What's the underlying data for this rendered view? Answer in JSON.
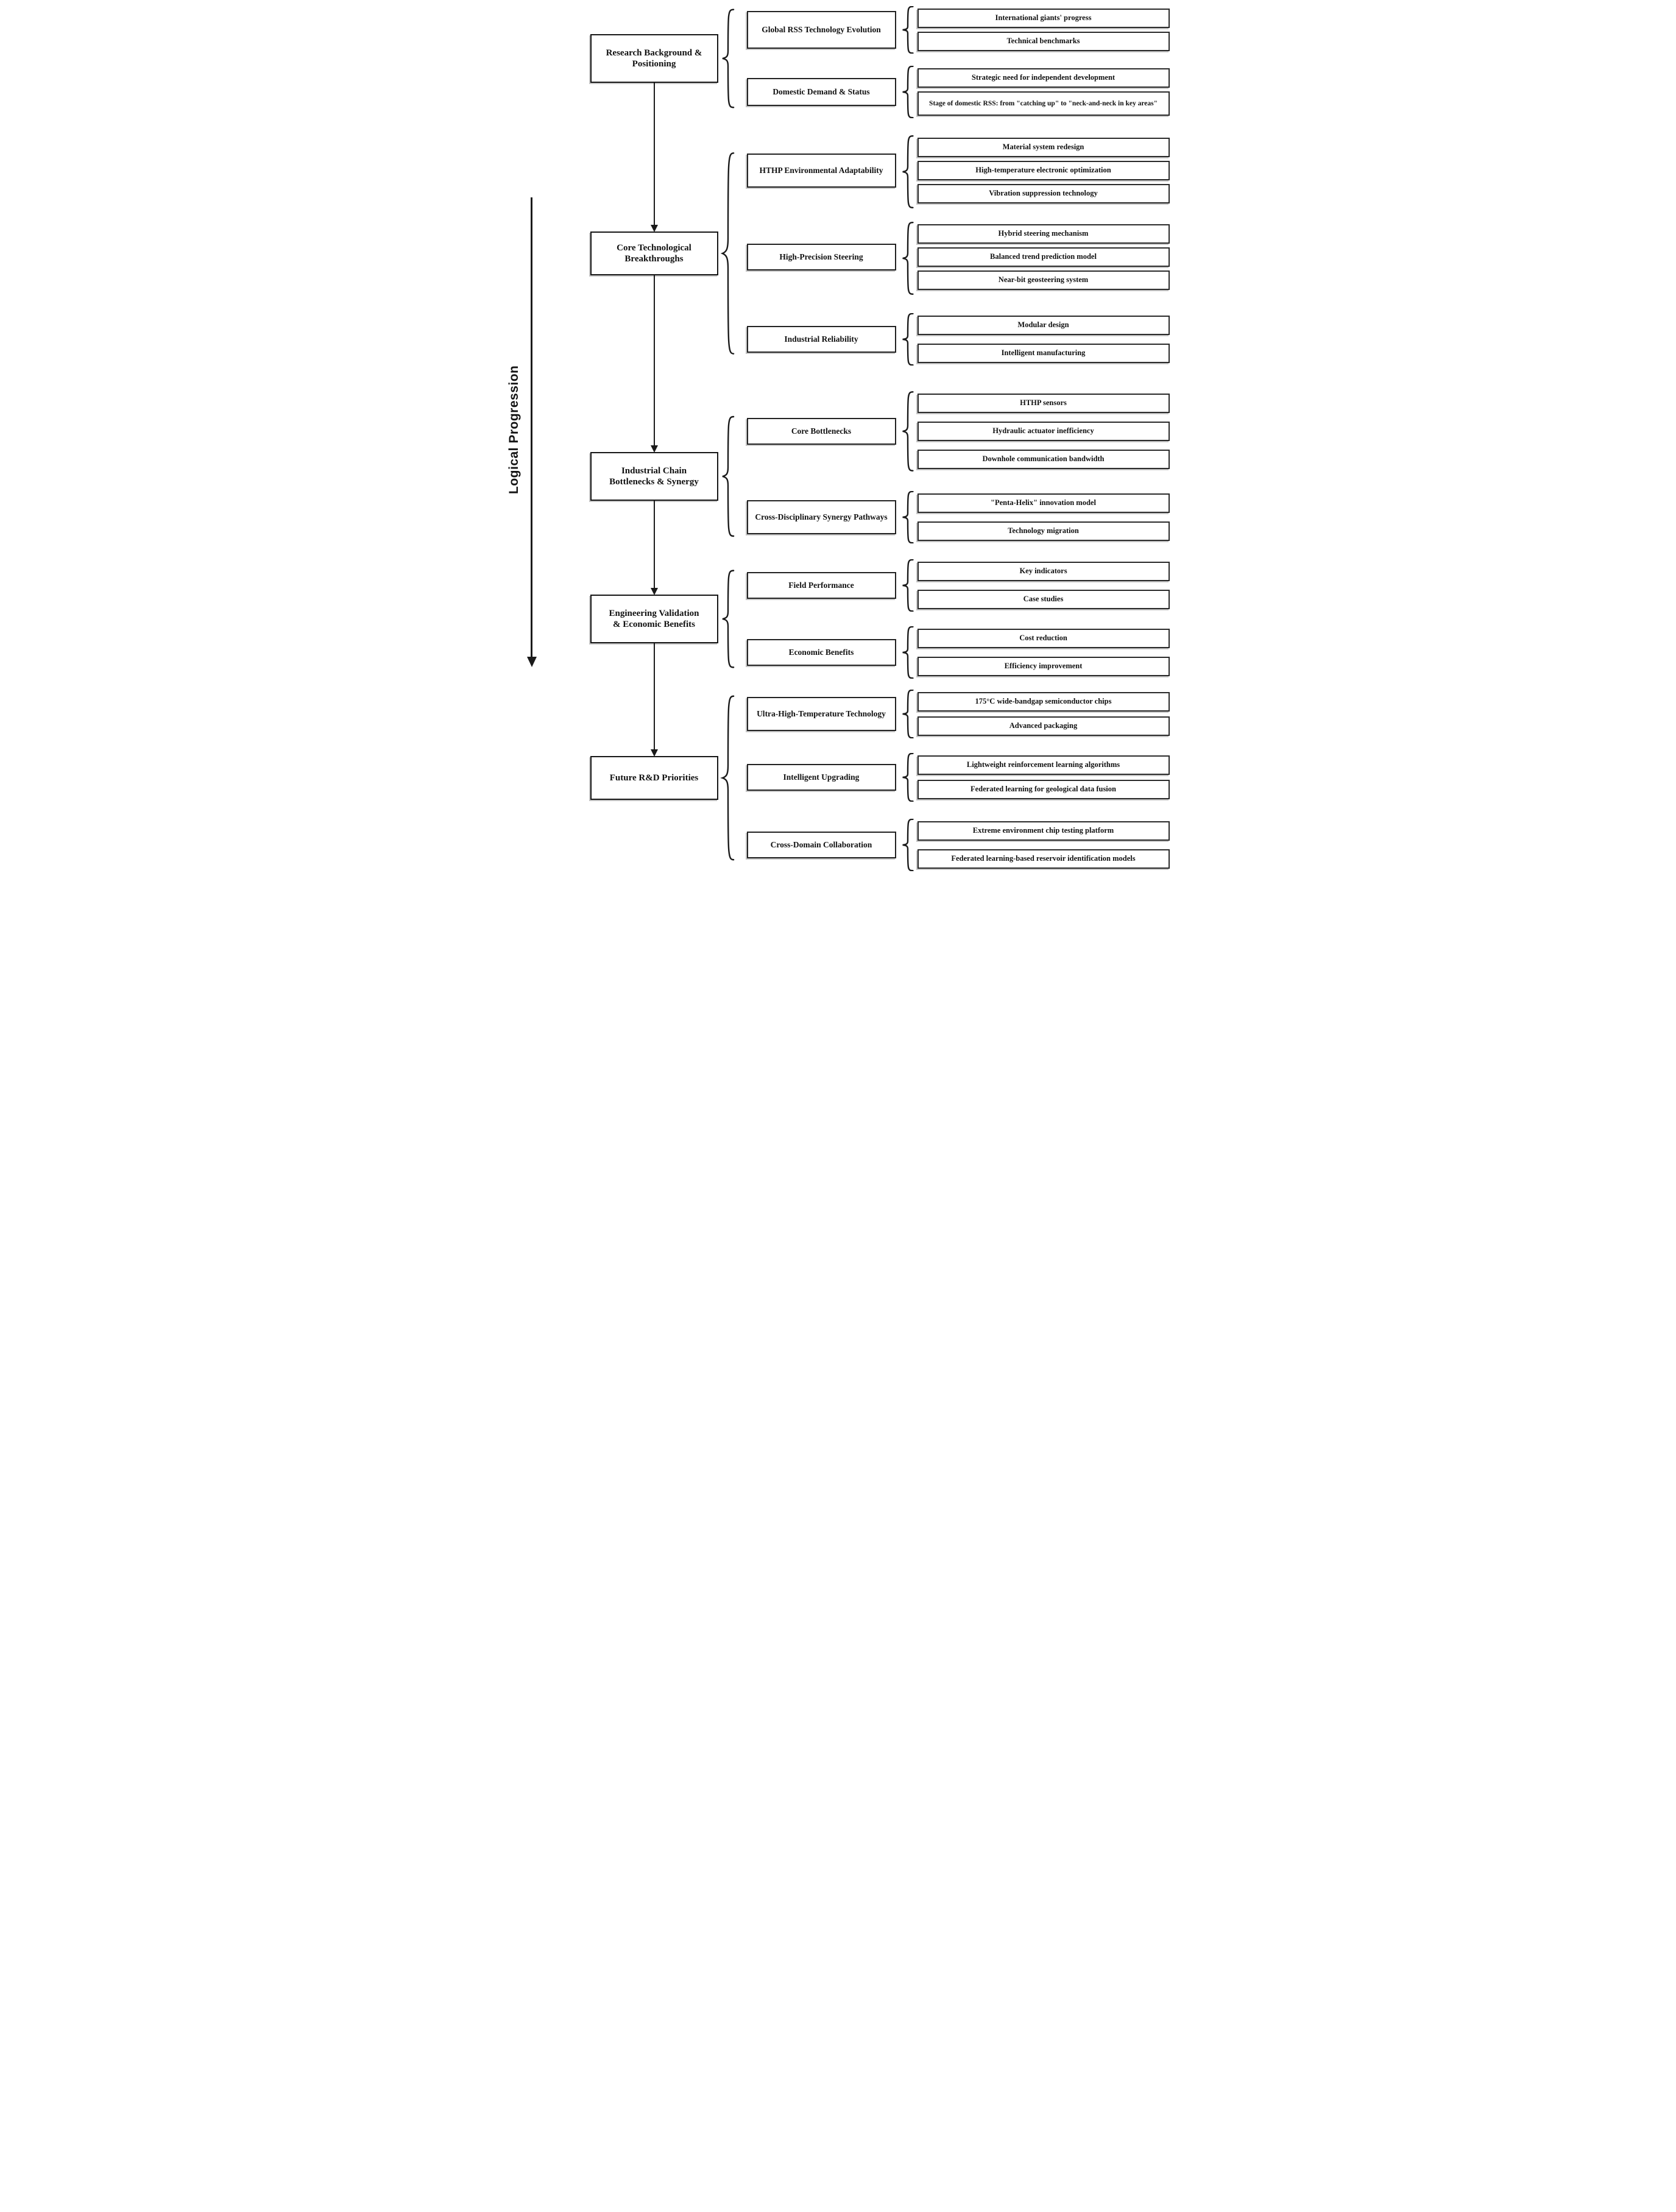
{
  "axis": {
    "label": "Logical Progression"
  },
  "colors": {
    "background": "#ffffff",
    "line": "#1a1a1a",
    "box_border": "#161616",
    "box_background": "#ffffff",
    "text": "#111111"
  },
  "sections": [
    {
      "title": "Research Background & Positioning",
      "groups": [
        {
          "title": "Global RSS Technology Evolution",
          "items": [
            "International giants' progress",
            "Technical benchmarks"
          ]
        },
        {
          "title": "Domestic Demand & Status",
          "items": [
            "Strategic need for independent development",
            "Stage of domestic RSS: from \"catching up\" to \"neck-and-neck in key areas\""
          ]
        }
      ]
    },
    {
      "title": "Core Technological Breakthroughs",
      "groups": [
        {
          "title": "HTHP Environmental Adaptability",
          "items": [
            "Material system redesign",
            "High-temperature electronic optimization",
            "Vibration suppression technology"
          ]
        },
        {
          "title": "High-Precision Steering",
          "items": [
            "Hybrid steering mechanism",
            "Balanced trend prediction model",
            "Near-bit geosteering system"
          ]
        },
        {
          "title": "Industrial Reliability",
          "items": [
            "Modular design",
            "Intelligent manufacturing"
          ]
        }
      ]
    },
    {
      "title": "Industrial Chain Bottlenecks & Synergy",
      "groups": [
        {
          "title": "Core Bottlenecks",
          "items": [
            "HTHP sensors",
            "Hydraulic actuator inefficiency",
            "Downhole communication bandwidth"
          ]
        },
        {
          "title": "Cross-Disciplinary Synergy Pathways",
          "items": [
            "\"Penta-Helix\" innovation model",
            "Technology migration"
          ]
        }
      ]
    },
    {
      "title": "Engineering Validation & Economic Benefits",
      "groups": [
        {
          "title": "Field Performance",
          "items": [
            "Key indicators",
            "Case studies"
          ]
        },
        {
          "title": "Economic Benefits",
          "items": [
            "Cost reduction",
            "Efficiency improvement"
          ]
        }
      ]
    },
    {
      "title": "Future R&D Priorities",
      "groups": [
        {
          "title": "Ultra-High-Temperature Technology",
          "items": [
            "175°C wide-bandgap semiconductor chips",
            "Advanced packaging"
          ]
        },
        {
          "title": "Intelligent Upgrading",
          "items": [
            "Lightweight reinforcement learning algorithms",
            "Federated learning for geological data fusion"
          ]
        },
        {
          "title": "Cross-Domain Collaboration",
          "items": [
            "Extreme environment chip testing platform",
            "Federated learning-based reservoir identification models"
          ]
        }
      ]
    }
  ]
}
